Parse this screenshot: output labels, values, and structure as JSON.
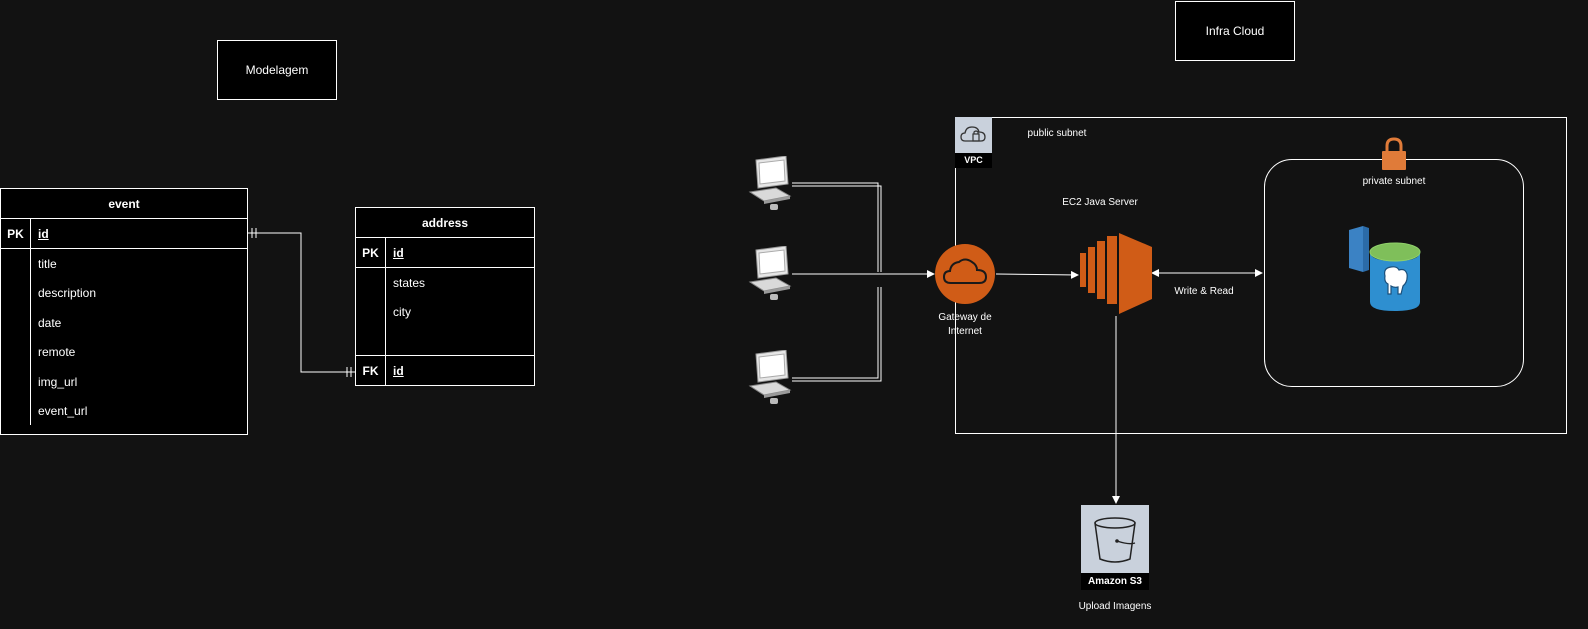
{
  "titles": {
    "modelagem": "Modelagem",
    "infra": "Infra Cloud"
  },
  "event_table": {
    "name": "event",
    "pk_key": "PK",
    "pk_field": "id",
    "fields": [
      "title",
      "description",
      "date",
      "remote",
      "img_url",
      "event_url"
    ]
  },
  "address_table": {
    "name": "address",
    "pk_key": "PK",
    "pk_field": "id",
    "fields": [
      "states",
      "city"
    ],
    "fk_key": "FK",
    "fk_field": "id"
  },
  "infra": {
    "vpc_label": "VPC",
    "public_subnet": "public subnet",
    "private_subnet": "private subnet",
    "ec2_label": "EC2 Java Server",
    "gateway_label_1": "Gateway de",
    "gateway_label_2": "Internet",
    "write_read": "Write & Read",
    "s3_label": "Amazon S3",
    "s3_caption": "Upload Imagens"
  },
  "colors": {
    "background": "#121212",
    "aws_orange": "#D05C17",
    "lock_orange": "#E07B39",
    "rds_blue": "#3B82C4",
    "vpc_gray": "#C9D1DC"
  }
}
